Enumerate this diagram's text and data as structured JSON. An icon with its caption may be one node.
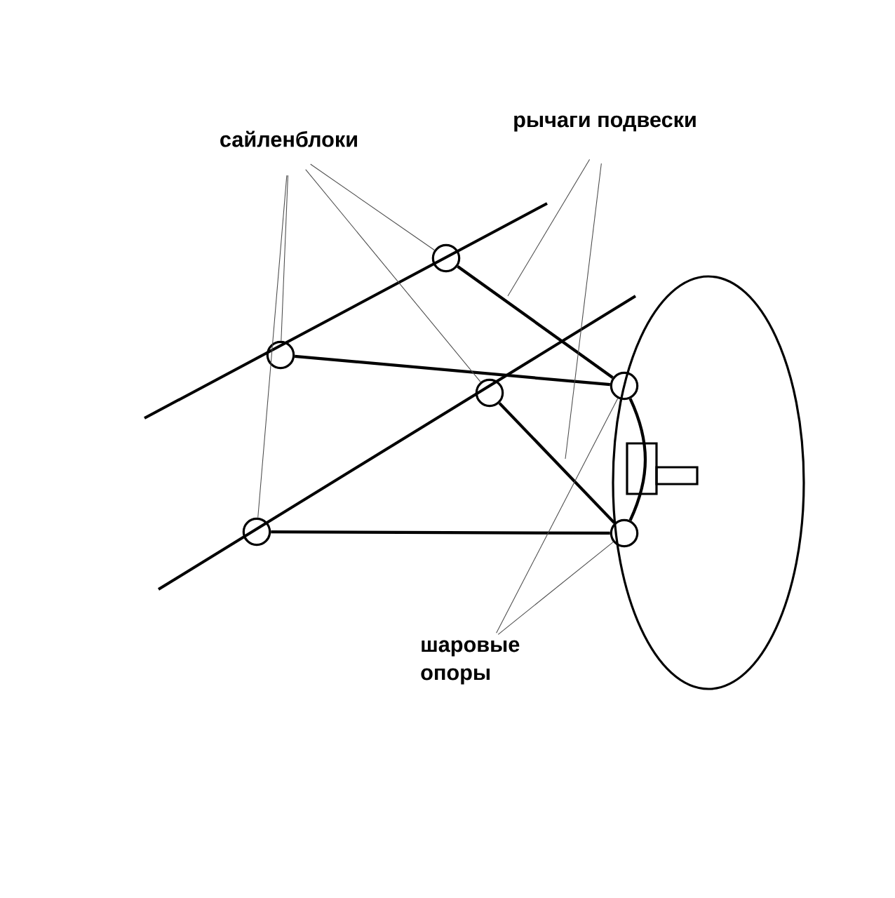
{
  "diagram": {
    "nodes": [
      {
        "text": [
          "сайленблоки"
        ]
      },
      {
        "text": [
          "рычаги подвески"
        ]
      },
      {
        "text": [],
        "shape": "circle"
      },
      {
        "text": [],
        "shape": "circle"
      },
      {
        "text": [],
        "shape": "circle"
      },
      {
        "text": [],
        "shape": "circle"
      },
      {
        "text": [],
        "shape": "circle"
      },
      {
        "text": [],
        "shape": "circle"
      },
      {
        "text": [
          "шаровые опоры"
        ]
      }
    ],
    "edges": [
      {
        "from": 2,
        "to": 5,
        "arrow": "none",
        "style": "thick"
      },
      {
        "from": 3,
        "to": 5,
        "arrow": "none",
        "style": "thick"
      },
      {
        "from": 4,
        "to": 7,
        "arrow": "none",
        "style": "thick"
      },
      {
        "from": 6,
        "to": 7,
        "arrow": "none",
        "style": "thick"
      },
      {
        "from": 5,
        "to": 7,
        "arrow": "none",
        "style": "thick"
      },
      {
        "from": 0,
        "to": 2,
        "arrow": "none"
      },
      {
        "from": 0,
        "to": 3,
        "arrow": "none"
      },
      {
        "from": 0,
        "to": 4,
        "arrow": "none"
      },
      {
        "from": 0,
        "to": 6,
        "arrow": "none"
      },
      {
        "from": 1,
        "to": null,
        "arrow": "none"
      },
      {
        "from": 1,
        "to": null,
        "arrow": "none"
      },
      {
        "from": 8,
        "to": 5,
        "arrow": "none"
      },
      {
        "from": 8,
        "to": 7,
        "arrow": "none"
      }
    ]
  }
}
